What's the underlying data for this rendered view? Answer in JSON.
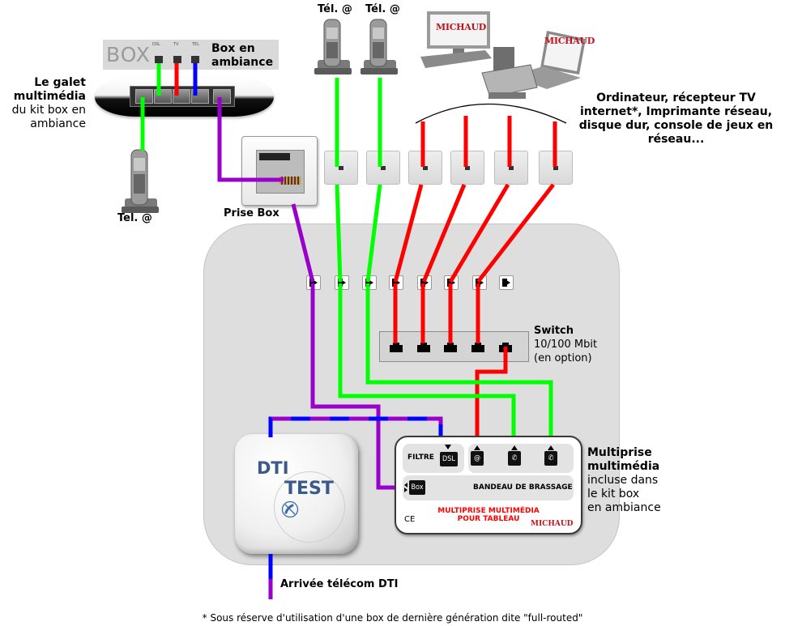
{
  "box_bar": {
    "logo": "BOX",
    "port_labels": [
      "DSL",
      "TV",
      "TEL"
    ],
    "caption_line1": "Box en",
    "caption_line2": "ambiance"
  },
  "galet": {
    "title_line1": "Le galet",
    "title_line2": "multimédia",
    "sub_line1": "du kit box en",
    "sub_line2": "ambiance"
  },
  "phones": {
    "left_label": "Tel. @",
    "top1_label": "Tél. @",
    "top2_label": "Tél. @"
  },
  "prise_box": {
    "label": "Prise Box"
  },
  "devices": {
    "brand": "MICHAUD",
    "caption_line1": "Ordinateur, récepteur TV",
    "caption_line2": "internet*, Imprimante réseau,",
    "caption_line3": "disque dur, console de jeux en",
    "caption_line4": "réseau..."
  },
  "switch": {
    "title": "Switch",
    "line2": "10/100 Mbit",
    "line3": "(en option)"
  },
  "multiprise": {
    "filtre_label": "Filtre",
    "dsl_badge": "DSL",
    "at_badge": "@",
    "box_badge": "Box",
    "bandeau_label": "Bandeau de brassage",
    "product_line1": "MULTIPRISE MULTIMÉDIA",
    "product_line2": "POUR TABLEAU",
    "ce_mark": "CE",
    "brand": "MICHAUD",
    "caption_line1": "Multiprise",
    "caption_line2": "multimédia",
    "caption_line3": "incluse dans",
    "caption_line4": "le kit box",
    "caption_line5": "en ambiance"
  },
  "dti": {
    "label": "DTI",
    "test_label": "TEST",
    "arrival_label": "Arrivée télécom DTI"
  },
  "footnote": "* Sous réserve d'utilisation d'une box de dernière génération dite \"full-routed\"",
  "colors": {
    "green": "#00ff00",
    "red": "#ff0000",
    "blue": "#0000ff",
    "purple": "#9900cc",
    "panel": "#dedede",
    "brand_red": "#c1121f",
    "dti_blue": "#3a5a8c"
  }
}
